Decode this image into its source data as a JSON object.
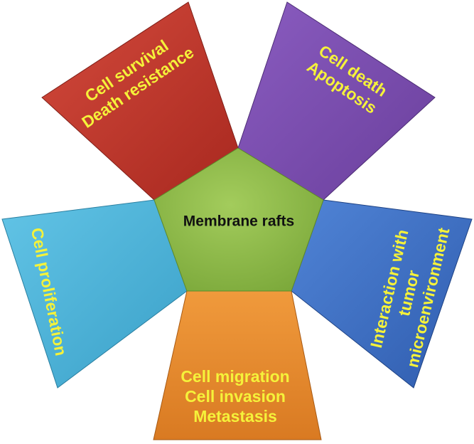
{
  "center": {
    "label": "Membrane rafts",
    "color": "#8db845"
  },
  "petals": {
    "top_left": {
      "lines": [
        "Cell survival",
        "Death resistance"
      ],
      "color": "#c0392e"
    },
    "top_right": {
      "lines": [
        "Cell death",
        "Apoptosis"
      ],
      "color": "#7b4fae"
    },
    "left": {
      "lines": [
        "Cell proliferation"
      ],
      "color": "#4db4d8"
    },
    "right": {
      "lines": [
        "Interaction with",
        "tumor",
        "microenvironment"
      ],
      "color": "#3f6fc4"
    },
    "bottom": {
      "lines": [
        "Cell migration",
        "Cell invasion",
        "Metastasis"
      ],
      "color": "#e9892f"
    }
  },
  "text_color": "#f5f23a"
}
